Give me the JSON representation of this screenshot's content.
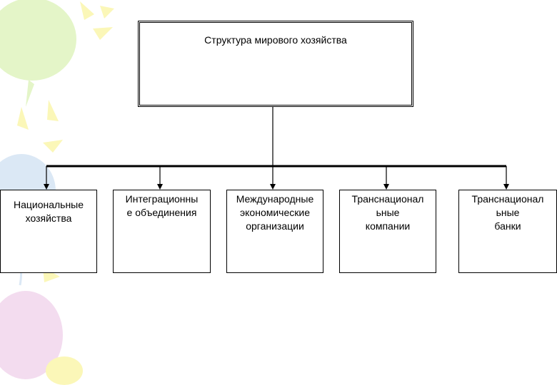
{
  "diagram": {
    "root": {
      "title": "Структура мирового хозяйства"
    },
    "children": [
      {
        "id": "national",
        "label": "Национальные\nхозяйства"
      },
      {
        "id": "integration",
        "label": "Интеграционны\nе объединения"
      },
      {
        "id": "international-orgs",
        "label": "Международные\nэкономические\nорганизации"
      },
      {
        "id": "tnc",
        "label": "Транснационал\nьные\nкомпании"
      },
      {
        "id": "tnb",
        "label": "Транснационал\nьные\nбанки"
      }
    ]
  },
  "colors": {
    "line": "#000000",
    "decor_balloon_green": "#e4f5c8",
    "decor_balloon_blue": "#dbe8f5",
    "decor_balloon_pink": "#f3dcef",
    "decor_sun": "#fbf7b8"
  }
}
